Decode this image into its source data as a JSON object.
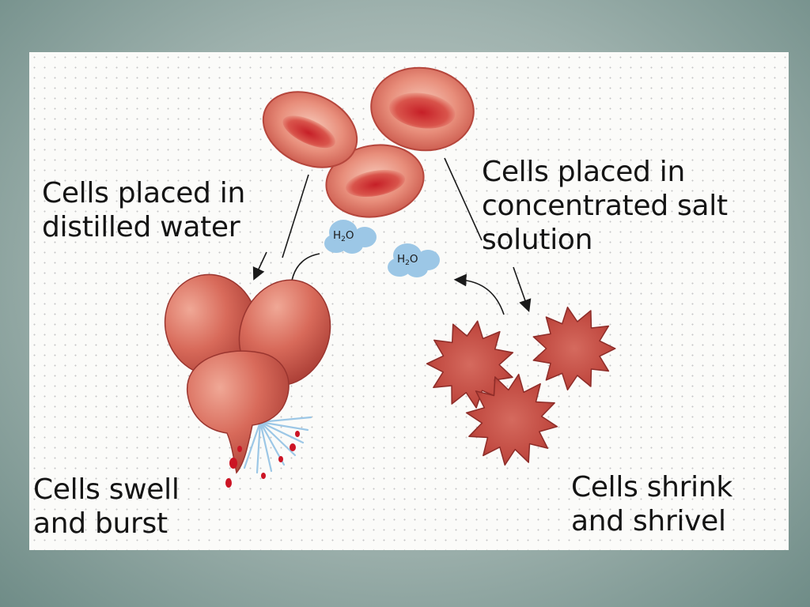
{
  "diagram": {
    "labels": {
      "distilled": {
        "line1": "Cells placed in",
        "line2": "distilled water"
      },
      "salt": {
        "line1": "Cells placed in",
        "line2": "concentrated salt",
        "line3": "solution"
      },
      "swell": {
        "line1": "Cells swell",
        "line2": "and burst"
      },
      "shrink": {
        "line1": "Cells shrink",
        "line2": "and shrivel"
      }
    },
    "molecules": {
      "left": {
        "main": "H",
        "sub": "2",
        "tail": "O"
      },
      "right": {
        "main": "H",
        "sub": "2",
        "tail": "O"
      }
    },
    "colors": {
      "cell": "#d9675a",
      "cell_dark": "#b8423a",
      "cell_center": "#c61f27",
      "water": "#9cc7e6",
      "blood": "#cc1424"
    }
  }
}
